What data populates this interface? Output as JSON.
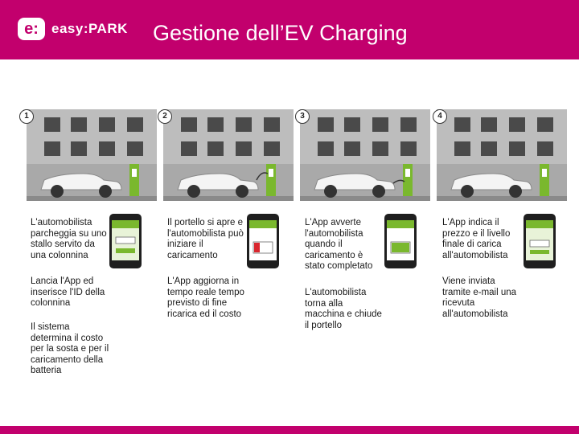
{
  "header": {
    "logo_mark": "e:",
    "logo_text": "easy:PARK",
    "title": "Gestione dell’EV Charging"
  },
  "colors": {
    "brand": "#c2006d",
    "sky": "#d9d9d9",
    "building": "#bdbdbd",
    "charger": "#7ab82e"
  },
  "steps": [
    {
      "number": "1",
      "texts": [
        "L'automobilista parcheggia su uno stallo servito da una colonnina",
        "Lancia l'App ed inserisce l'ID della colonnina",
        "Il sistema determina il costo per la sosta e per il caricamento della batteria"
      ],
      "phone_icon": "phone-id-entry-icon"
    },
    {
      "number": "2",
      "texts": [
        "Il portello si apre e l'automobilista può iniziare il caricamento",
        "L'App aggiorna in tempo reale tempo previsto di fine ricarica ed il costo"
      ],
      "phone_icon": "phone-battery-low-icon"
    },
    {
      "number": "3",
      "texts": [
        "L'App avverte l'automobilista quando il caricamento è stato completato",
        "L'automobilista torna alla macchina e chiude il portello"
      ],
      "phone_icon": "phone-battery-full-icon"
    },
    {
      "number": "4",
      "texts": [
        "L'App indica il prezzo e il livello finale di carica all'automobilista",
        "Viene inviata tramite e-mail una ricevuta all'automobilista"
      ],
      "phone_icon": "phone-receipt-icon"
    }
  ]
}
